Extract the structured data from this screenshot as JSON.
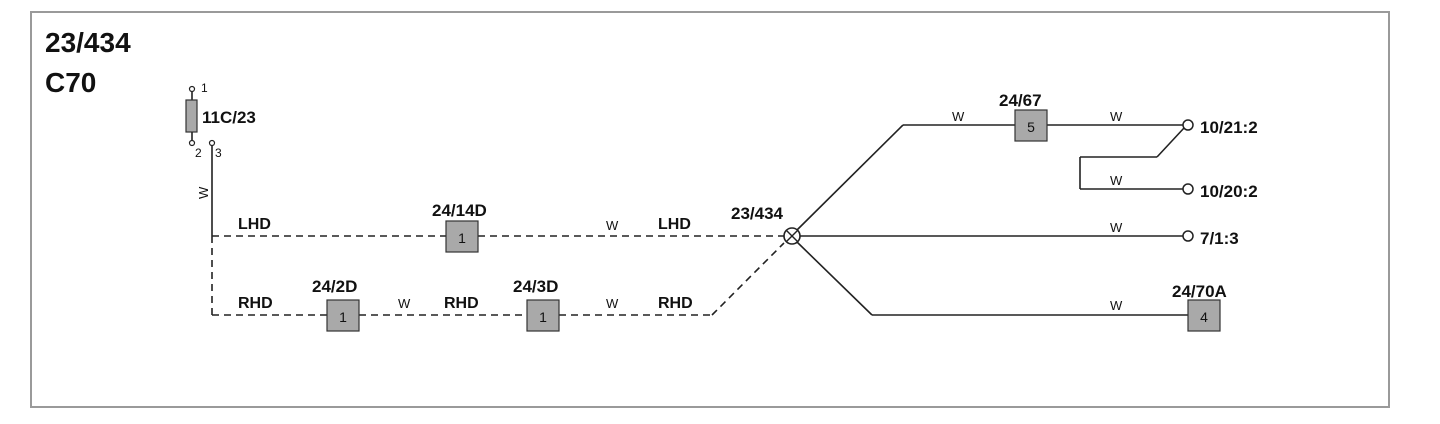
{
  "diagram": {
    "page_id": "23/434",
    "model": "C70",
    "fuse": {
      "id": "11C/23",
      "pins": [
        "1",
        "2",
        "3"
      ]
    },
    "splice": "23/434",
    "connectors": [
      {
        "id": "24/14D",
        "pin": "1"
      },
      {
        "id": "24/2D",
        "pin": "1"
      },
      {
        "id": "24/3D",
        "pin": "1"
      },
      {
        "id": "24/67",
        "pin": "5"
      },
      {
        "id": "24/70A",
        "pin": "4"
      }
    ],
    "destinations": [
      "10/21:2",
      "10/20:2",
      "7/1:3"
    ],
    "wire_color": "W",
    "variants": {
      "lhd": "LHD",
      "rhd": "RHD"
    }
  }
}
